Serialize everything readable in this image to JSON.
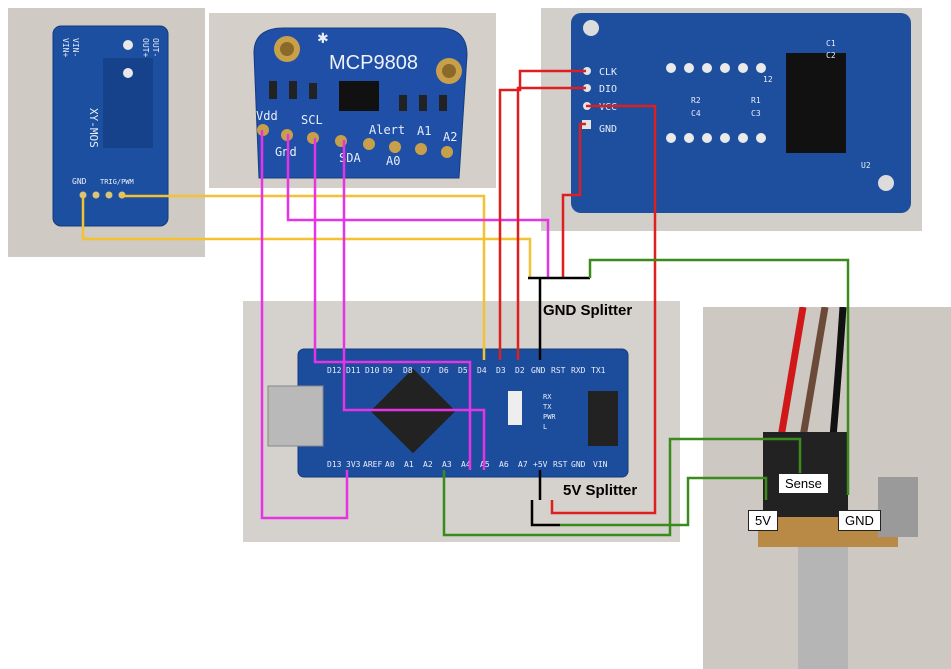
{
  "modules": {
    "mosfet": {
      "board": "XY-MOS",
      "pins_top": [
        "VIN+",
        "VIN-",
        "OUT+",
        "OUT-"
      ],
      "pins_bottom": [
        "GND",
        "TRIG/PWM"
      ]
    },
    "sensor": {
      "title": "MCP9808",
      "pins": [
        "Vdd",
        "Gnd",
        "SCL",
        "SDA",
        "Alert",
        "A0",
        "A1",
        "A2"
      ]
    },
    "display": {
      "pins": [
        "CLK",
        "DIO",
        "VCC",
        "GND"
      ],
      "silk": [
        "C1",
        "C2",
        "R2",
        "R1",
        "C4",
        "C3",
        "12",
        "U2"
      ]
    },
    "nano": {
      "top_pins": [
        "D12",
        "D11",
        "D10",
        "D9",
        "D8",
        "D7",
        "D6",
        "D5",
        "D4",
        "D3",
        "D2",
        "GND",
        "RST",
        "RXD",
        "TX1"
      ],
      "bottom_pins": [
        "D13",
        "3V3",
        "AREF",
        "A0",
        "A1",
        "A2",
        "A3",
        "A4",
        "A5",
        "A6",
        "A7",
        "+5V",
        "RST",
        "GND",
        "VIN"
      ],
      "side_labels": [
        "RX",
        "TX",
        "PWR",
        "L"
      ]
    },
    "pot": {
      "labels": {
        "vcc": "5V",
        "sense": "Sense",
        "gnd": "GND"
      }
    }
  },
  "splitters": {
    "gnd": "GND Splitter",
    "v5": "5V Splitter"
  },
  "wire_colors": {
    "yellow": "#f2c232",
    "magenta": "#e633e6",
    "red": "#dd1f1f",
    "black": "#000000",
    "green": "#3b8a1c"
  }
}
